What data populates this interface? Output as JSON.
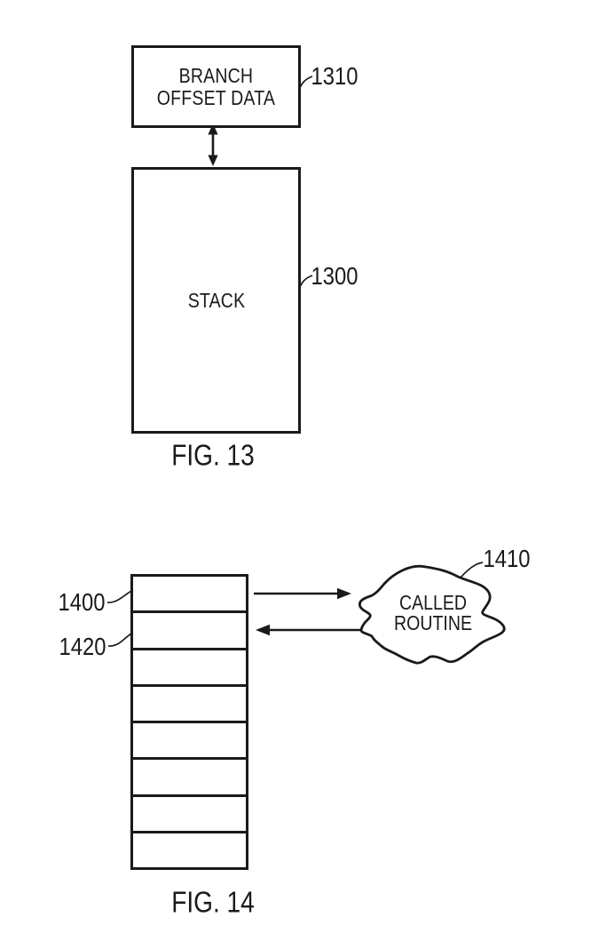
{
  "colors": {
    "ink": "#1a1a1a",
    "paper": "#ffffff"
  },
  "figure13": {
    "caption": "FIG. 13",
    "branch_box": {
      "line1": "BRANCH",
      "line2": "OFFSET DATA"
    },
    "branch_ref": "1310",
    "stack_box": {
      "label": "STACK"
    },
    "stack_ref": "1300"
  },
  "figure14": {
    "caption": "FIG. 14",
    "stack_rows": 8,
    "top_row_ref": "1400",
    "second_row_ref": "1420",
    "cloud": {
      "line1": "CALLED",
      "line2": "ROUTINE"
    },
    "cloud_ref": "1410"
  }
}
